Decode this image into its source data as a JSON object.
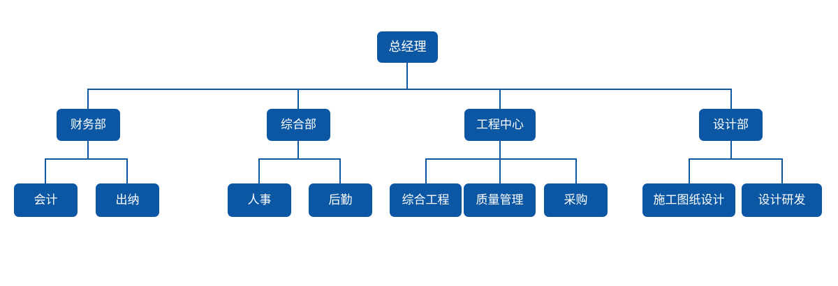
{
  "diagram": {
    "type": "organization-chart",
    "title": "",
    "colors": {
      "node_fill": "#0B57A4",
      "node_text": "#FFFFFF",
      "connector": "#0B57A4",
      "background": "#FFFFFF"
    },
    "root": {
      "label": "总经理"
    },
    "level1": [
      {
        "label": "财务部"
      },
      {
        "label": "综合部"
      },
      {
        "label": "工程中心"
      },
      {
        "label": "设计部"
      }
    ],
    "level2": [
      {
        "label": "会计",
        "parent": "财务部"
      },
      {
        "label": "出纳",
        "parent": "财务部"
      },
      {
        "label": "人事",
        "parent": "综合部"
      },
      {
        "label": "后勤",
        "parent": "综合部"
      },
      {
        "label": "综合工程",
        "parent": "工程中心"
      },
      {
        "label": "质量管理",
        "parent": "工程中心"
      },
      {
        "label": "采购",
        "parent": "工程中心"
      },
      {
        "label": "施工图纸设计",
        "parent": "设计部"
      },
      {
        "label": "设计研发",
        "parent": "设计部"
      }
    ]
  }
}
